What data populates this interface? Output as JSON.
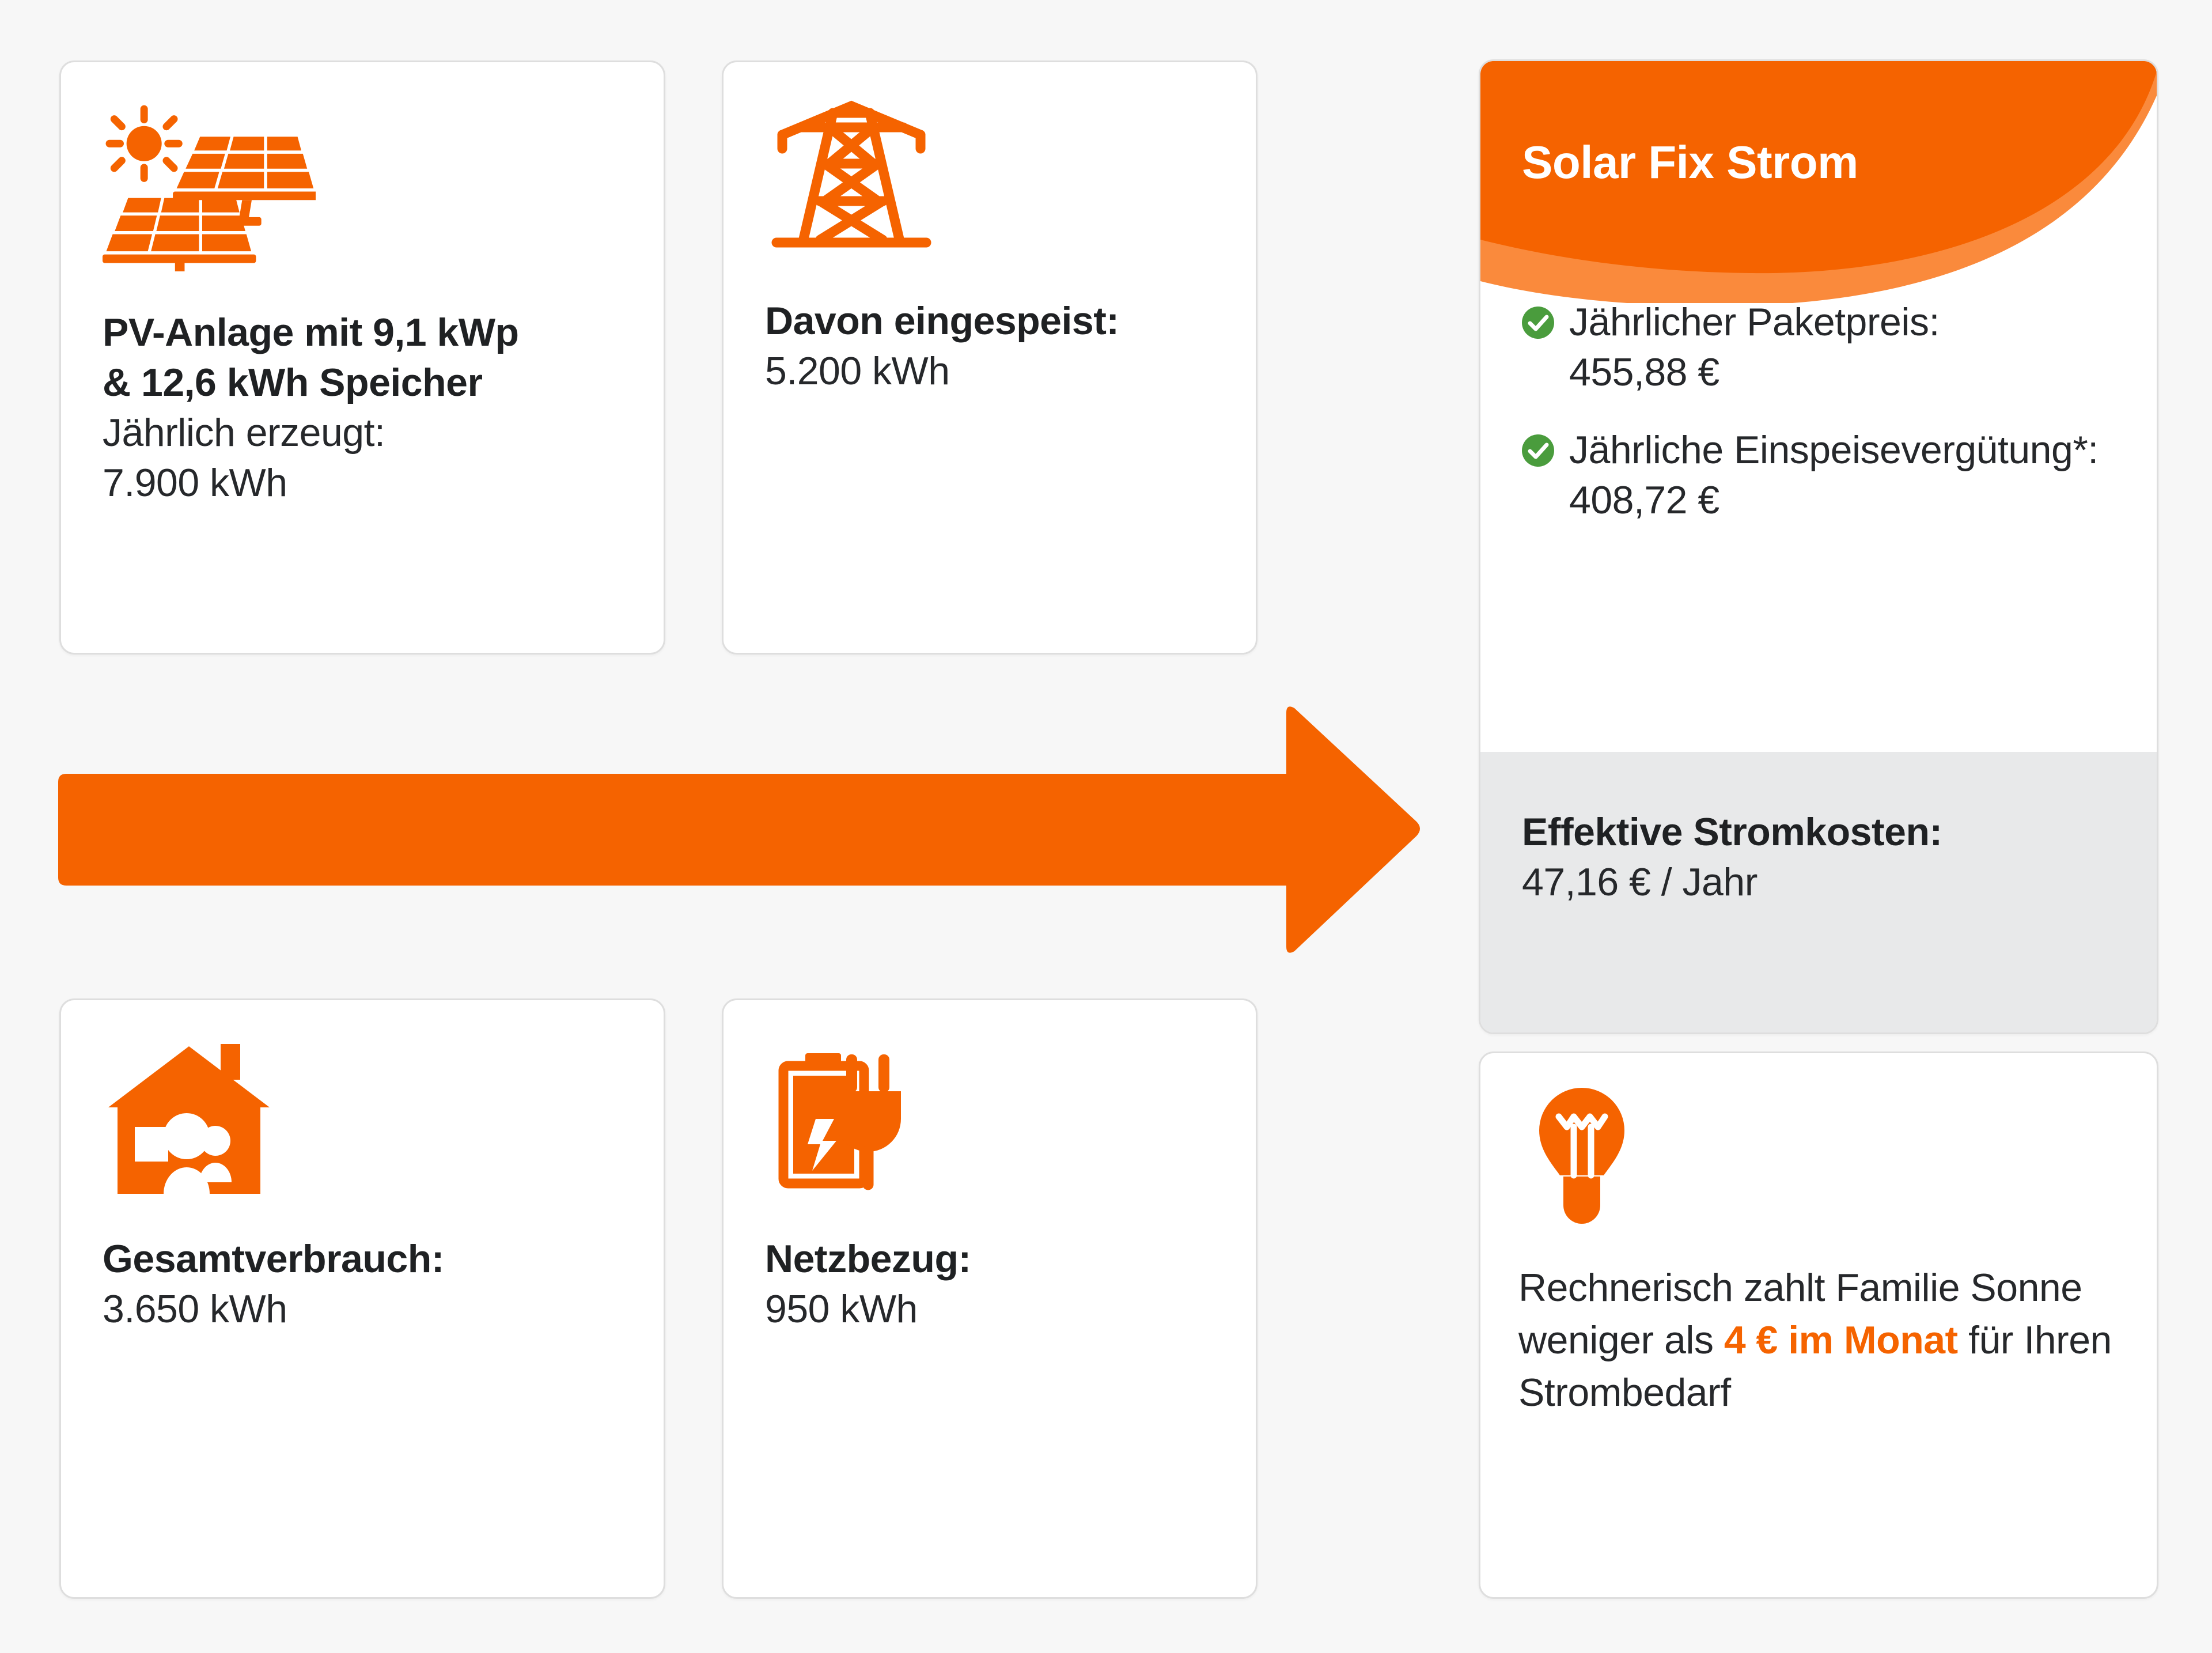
{
  "colors": {
    "orange": "#f56300",
    "orange_light": "#fa8a3c",
    "green": "#4a9c3d",
    "gray_panel": "#e8e9ea",
    "text": "#26282b",
    "page_bg": "#f7f7f7"
  },
  "cards": {
    "pv": {
      "icon": "solar-panel-icon",
      "title_line1": "PV-Anlage mit 9,1 kWp",
      "title_line2": "& 12,6 kWh Speicher",
      "label": "Jährlich erzeugt:",
      "value": "7.900 kWh"
    },
    "feedin": {
      "icon": "power-pylon-icon",
      "label": "Davon eingespeist:",
      "value": "5.200 kWh"
    },
    "consumption": {
      "icon": "house-family-icon",
      "label": "Gesamtverbrauch:",
      "value": "3.650 kWh"
    },
    "grid": {
      "icon": "battery-plug-icon",
      "label": "Netzbezug:",
      "value": "950 kWh"
    }
  },
  "arrow": {
    "icon": "right-arrow",
    "direction": "right"
  },
  "promo": {
    "title": "Solar Fix Strom",
    "bullets": [
      {
        "icon": "check-circle-icon",
        "label": "Jährlicher Paketpreis:",
        "value": "455,88 €"
      },
      {
        "icon": "check-circle-icon",
        "label": "Jährliche Einspeisevergütung*:",
        "value": "408,72 €"
      }
    ],
    "footer": {
      "label": "Effektive Stromkosten:",
      "value": "47,16 € / Jahr"
    }
  },
  "tip": {
    "icon": "lightbulb-icon",
    "text_part1": "Rechnerisch zahlt Familie Sonne weniger als ",
    "highlight": "4 € im Monat",
    "text_part2": " für Ihren Strombedarf"
  }
}
